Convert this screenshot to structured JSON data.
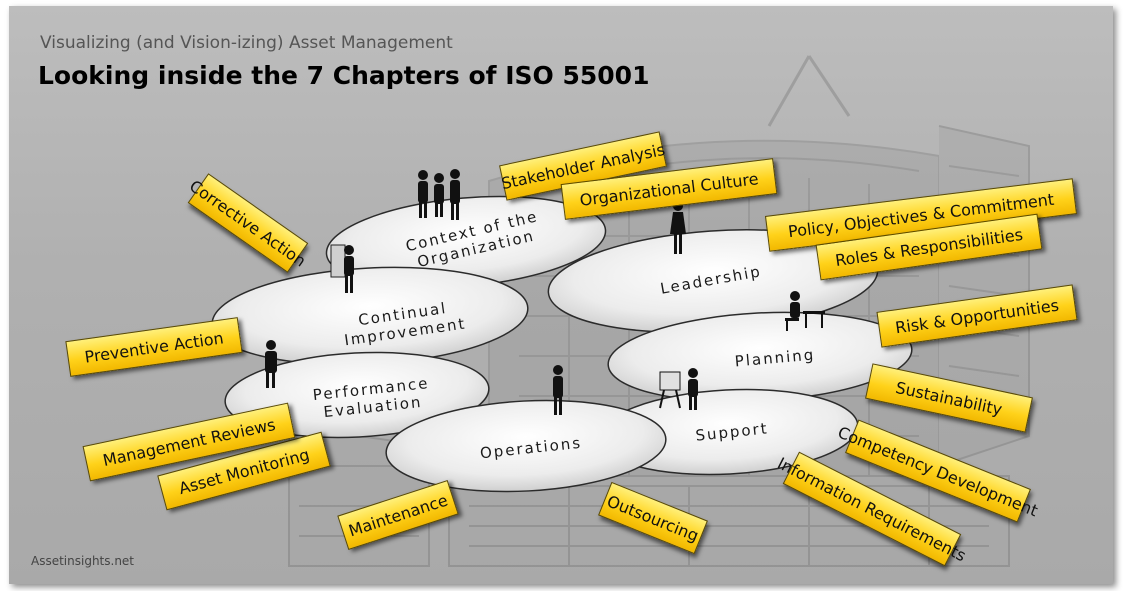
{
  "header": {
    "subtitle": "Visualizing (and Vision-izing) Asset Management",
    "title": "Looking inside the 7 Chapters of ISO 55001"
  },
  "footer": {
    "site": "Assetinsights.net"
  },
  "chapters": {
    "context": "Context of the Organization",
    "leadership": "Leadership",
    "planning": "Planning",
    "support": "Support",
    "operations": "Operations",
    "performance": "Performance Evaluation",
    "improvement": "Continual Improvement"
  },
  "tags": {
    "stakeholder": "Stakeholder Analysis",
    "culture": "Organizational Culture",
    "policy": "Policy, Objectives & Commitment",
    "roles": "Roles & Responsibilities",
    "risk": "Risk & Opportunities",
    "sustainability": "Sustainability",
    "competency": "Competency Development",
    "information": "Information Requirements",
    "outsourcing": "Outsourcing",
    "maintenance": "Maintenance",
    "asset_monitoring": "Asset Monitoring",
    "management_reviews": "Management Reviews",
    "preventive": "Preventive Action",
    "corrective": "Corrective Action"
  },
  "colors": {
    "tag_fill": "#ffd21a",
    "disk_fill": "#f2f2f2",
    "background": "#b3b3b3"
  }
}
